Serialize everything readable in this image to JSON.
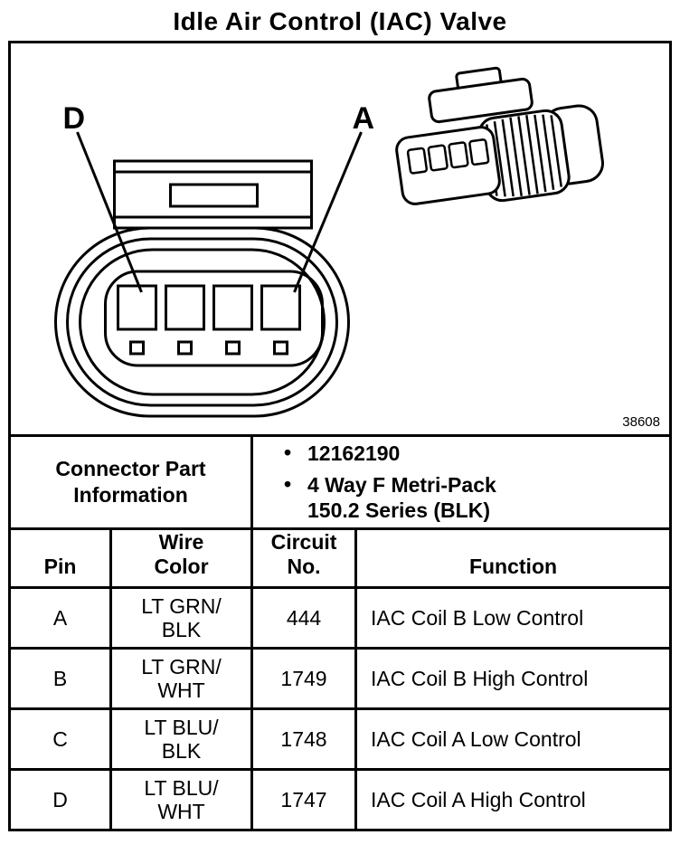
{
  "title": "Idle Air Control (IAC) Valve",
  "diagram": {
    "pin_label_d": "D",
    "pin_label_a": "A",
    "figure_number": "38608"
  },
  "connector_part_information": {
    "label": "Connector Part Information",
    "bullets": [
      "12162190",
      "4 Way F Metri-Pack 150.2 Series (BLK)"
    ]
  },
  "pinout_table": {
    "headers": {
      "pin": "Pin",
      "wire_color": [
        "Wire",
        "Color"
      ],
      "circuit_no": [
        "Circuit",
        "No."
      ],
      "function": "Function"
    },
    "rows": [
      {
        "pin": "A",
        "wire_color": [
          "LT GRN/",
          "BLK"
        ],
        "circuit_no": "444",
        "function": "IAC Coil B Low Control"
      },
      {
        "pin": "B",
        "wire_color": [
          "LT GRN/",
          "WHT"
        ],
        "circuit_no": "1749",
        "function": "IAC Coil B High Control"
      },
      {
        "pin": "C",
        "wire_color": [
          "LT BLU/",
          "BLK"
        ],
        "circuit_no": "1748",
        "function": "IAC Coil A Low Control"
      },
      {
        "pin": "D",
        "wire_color": [
          "LT BLU/",
          "WHT"
        ],
        "circuit_no": "1747",
        "function": "IAC Coil A High Control"
      }
    ]
  }
}
